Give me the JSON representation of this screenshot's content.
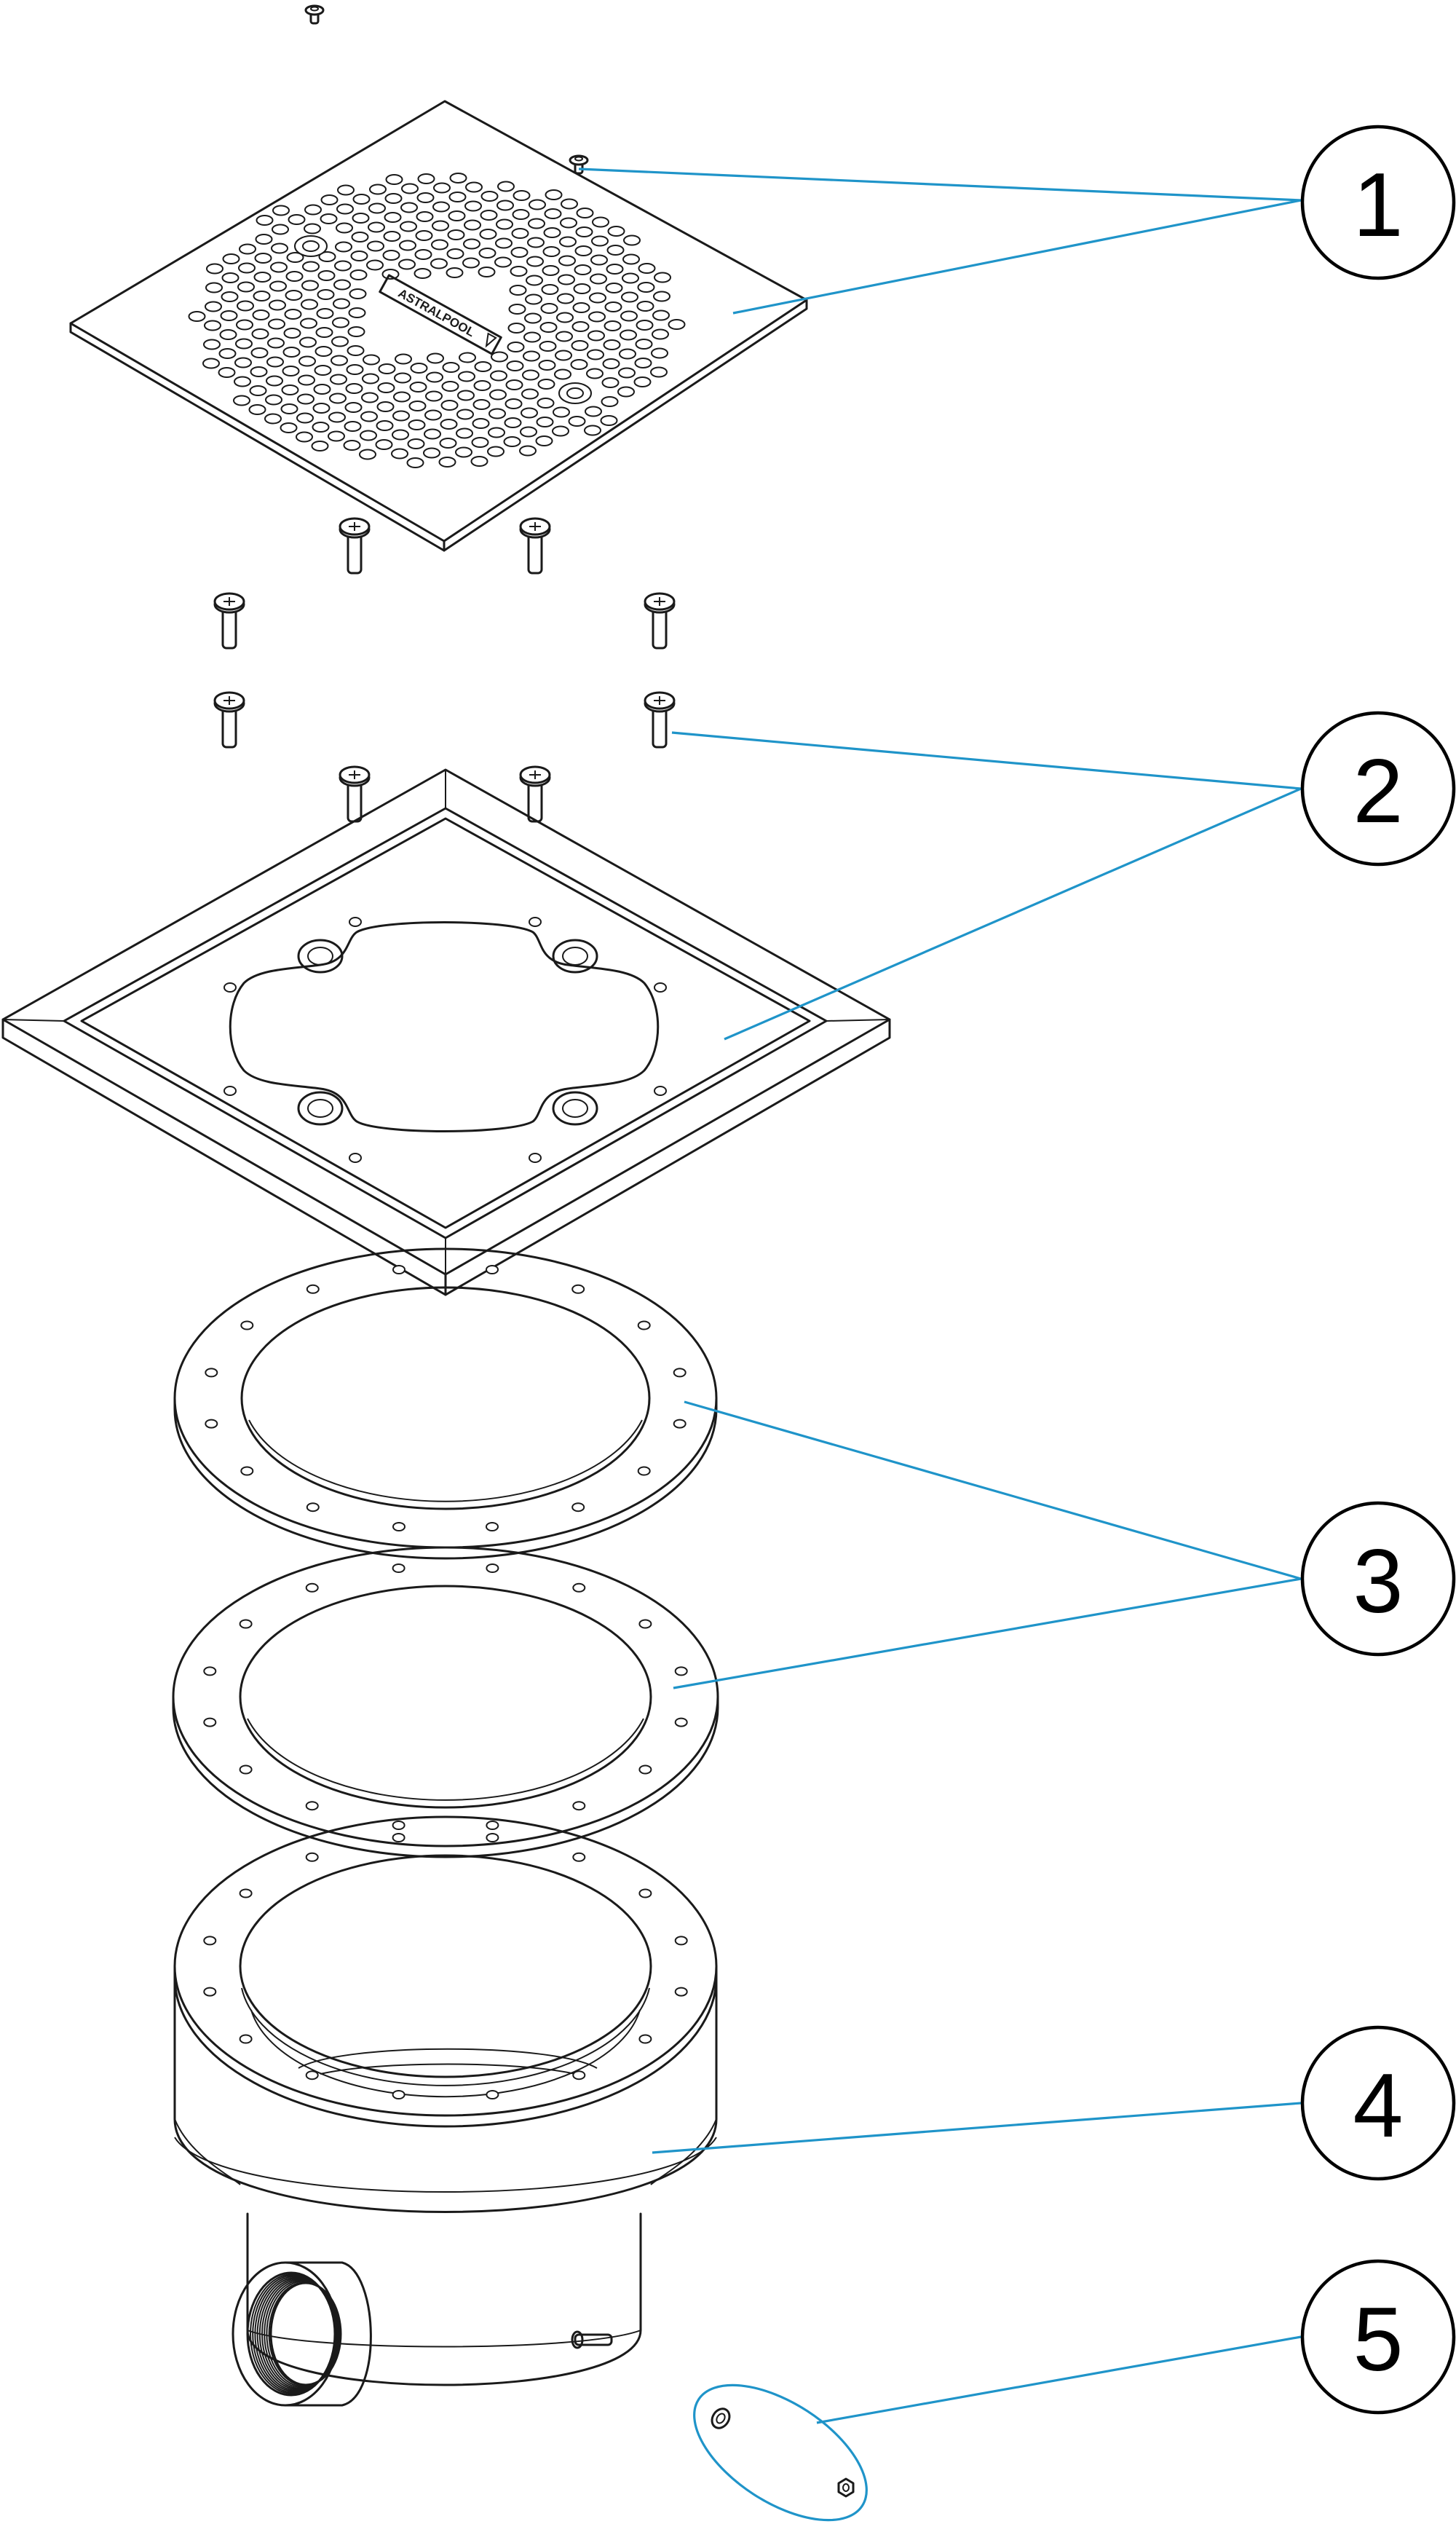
{
  "diagram": {
    "grate_brand": "ASTRALPOOL",
    "callouts": [
      {
        "id": "1",
        "label": "1"
      },
      {
        "id": "2",
        "label": "2"
      },
      {
        "id": "3",
        "label": "3"
      },
      {
        "id": "4",
        "label": "4"
      },
      {
        "id": "5",
        "label": "5"
      }
    ],
    "colors": {
      "line": "#1a1a1a",
      "leader": "#1f94c9",
      "background": "#ffffff"
    }
  }
}
